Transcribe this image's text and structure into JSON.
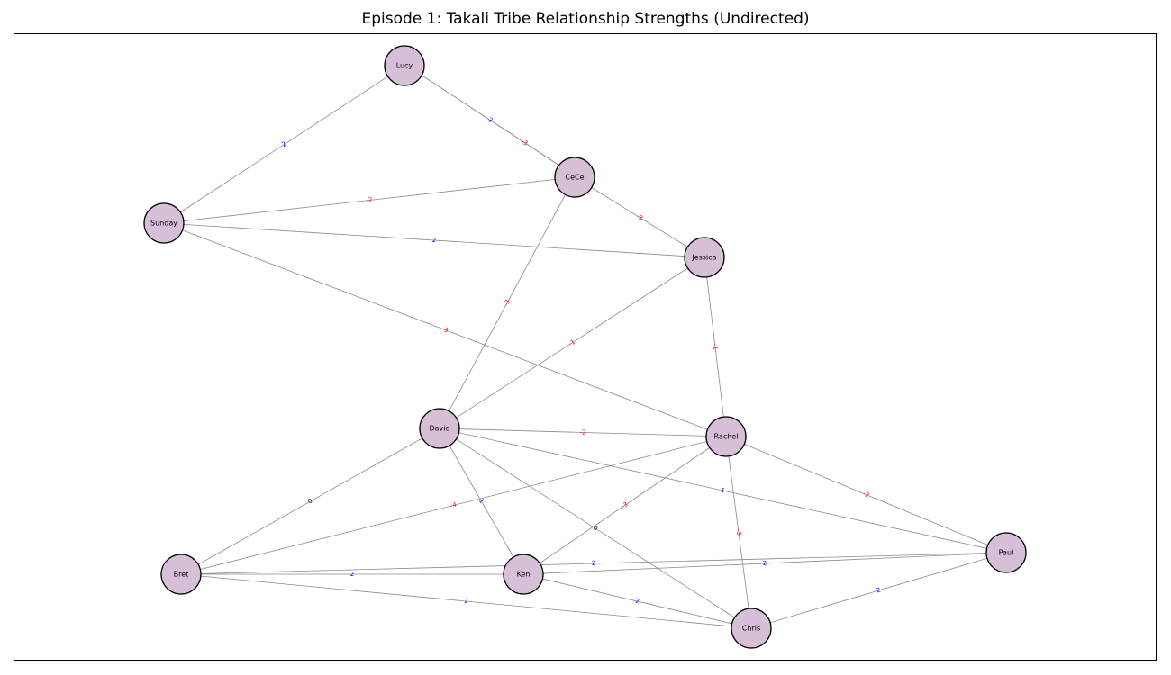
{
  "title": "Episode 1: Takali Tribe Relationship Strengths (Undirected)",
  "colors": {
    "node_fill": "#d8bfd8",
    "positive": "#0000ff",
    "negative": "#ff0000",
    "neutral": "#000000",
    "edge": "#8a8a8a"
  },
  "nodes": [
    {
      "id": "Lucy",
      "label": "Lucy"
    },
    {
      "id": "CeCe",
      "label": "CeCe"
    },
    {
      "id": "Sunday",
      "label": "Sunday"
    },
    {
      "id": "Jessica",
      "label": "Jessica"
    },
    {
      "id": "David",
      "label": "David"
    },
    {
      "id": "Rachel",
      "label": "Rachel"
    },
    {
      "id": "Paul",
      "label": "Paul"
    },
    {
      "id": "Bret",
      "label": "Bret"
    },
    {
      "id": "Ken",
      "label": "Ken"
    },
    {
      "id": "Chris",
      "label": "Chris"
    }
  ],
  "edges": [
    {
      "source": "Lucy",
      "target": "Sunday",
      "label": "2",
      "weight": 2
    },
    {
      "source": "Lucy",
      "target": "CeCe",
      "label": "-3",
      "weight": -3
    },
    {
      "source": "CeCe",
      "target": "Lucy",
      "label": "2",
      "weight": 2
    },
    {
      "source": "Sunday",
      "target": "CeCe",
      "label": "-2",
      "weight": -2
    },
    {
      "source": "Sunday",
      "target": "Jessica",
      "label": "2",
      "weight": 2
    },
    {
      "source": "Sunday",
      "target": "Rachel",
      "label": "-3",
      "weight": -3
    },
    {
      "source": "CeCe",
      "target": "Jessica",
      "label": "-3",
      "weight": -3
    },
    {
      "source": "CeCe",
      "target": "David",
      "label": "-3",
      "weight": -3
    },
    {
      "source": "Jessica",
      "target": "David",
      "label": "-1",
      "weight": -1
    },
    {
      "source": "Jessica",
      "target": "Rachel",
      "label": "-1",
      "weight": -1
    },
    {
      "source": "David",
      "target": "Rachel",
      "label": "-2",
      "weight": -2
    },
    {
      "source": "David",
      "target": "Paul",
      "label": "1",
      "weight": 1
    },
    {
      "source": "David",
      "target": "Ken",
      "label": "1",
      "weight": 1
    },
    {
      "source": "David",
      "target": "Bret",
      "label": "0",
      "weight": 0
    },
    {
      "source": "David",
      "target": "Chris",
      "label": "0",
      "weight": 0
    },
    {
      "source": "Rachel",
      "target": "Bret",
      "label": "-4",
      "weight": -4
    },
    {
      "source": "Rachel",
      "target": "Ken",
      "label": "-3",
      "weight": -3
    },
    {
      "source": "Rachel",
      "target": "Chris",
      "label": "-3",
      "weight": -3
    },
    {
      "source": "Rachel",
      "target": "Paul",
      "label": "-2",
      "weight": -2
    },
    {
      "source": "Bret",
      "target": "Ken",
      "label": "2",
      "weight": 2
    },
    {
      "source": "Bret",
      "target": "Paul",
      "label": "2",
      "weight": 2
    },
    {
      "source": "Bret",
      "target": "Chris",
      "label": "2",
      "weight": 2
    },
    {
      "source": "Ken",
      "target": "Paul",
      "label": "2",
      "weight": 2
    },
    {
      "source": "Ken",
      "target": "Chris",
      "label": "2",
      "weight": 2
    },
    {
      "source": "Chris",
      "target": "Paul",
      "label": "2",
      "weight": 2
    }
  ]
}
